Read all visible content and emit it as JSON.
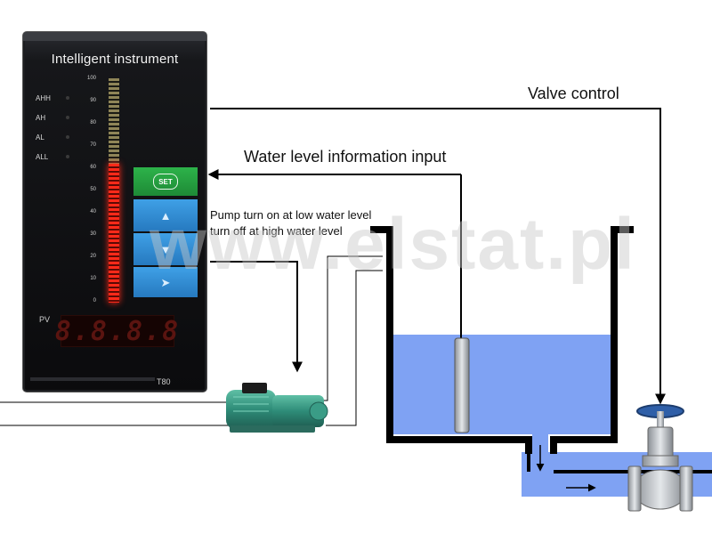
{
  "instrument": {
    "title": "Intelligent instrument",
    "alarms": [
      "AHH",
      "AH",
      "AL",
      "ALL"
    ],
    "scale_ticks": [
      "100",
      "90",
      "80",
      "70",
      "60",
      "50",
      "40",
      "30",
      "20",
      "10",
      "0"
    ],
    "bar_level_percent": 62,
    "keys": {
      "set": "SET"
    },
    "display_label": "PV",
    "display_value": "8.8.8.8",
    "model": "T80"
  },
  "labels": {
    "valve_control": "Valve control",
    "water_level_input": "Water level information input",
    "pump_line1": "Pump turn on at low water level",
    "pump_line2": "turn off at high water level"
  },
  "watermark": "www.elstat.pl",
  "colors": {
    "water": "#7fa2f3",
    "bar_lit": "#ff2a1a",
    "key_set": "#2db34a",
    "key_blue": "#3fa0e6"
  },
  "icons": [
    "up-arrow-icon",
    "down-arrow-icon",
    "shift-icon",
    "flow-arrow-icon"
  ]
}
